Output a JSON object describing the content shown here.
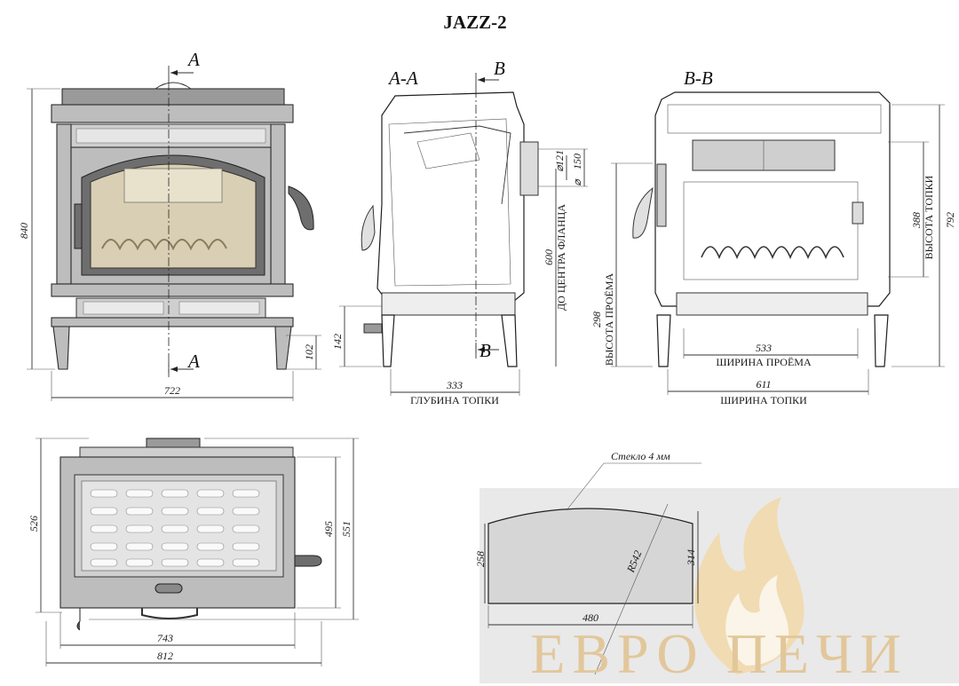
{
  "title": "JAZZ-2",
  "colors": {
    "panel": "#e9e9e9",
    "brand": "#e2c79a",
    "flame": "#f2d8a8",
    "glass": "#d9cfb4",
    "metal": "#bdbdbd"
  },
  "front_view": {
    "section_marks": [
      "A",
      "A"
    ],
    "dims": {
      "height": "840",
      "leg_height": "102",
      "width": "722"
    }
  },
  "section_aa": {
    "label": "A-A",
    "section_marks": [
      "B",
      "B"
    ],
    "dims": {
      "flue_inner": "121",
      "flue_outer": "150",
      "flange_height": "600",
      "flange_caption": "ДО ЦЕНТРА ФЛАНЦА",
      "base_height": "142",
      "depth": "333",
      "depth_caption": "ГЛУБИНА ТОПКИ"
    },
    "diameter_symbol": "⌀"
  },
  "section_bb": {
    "label": "B-B",
    "dims": {
      "opening_height": "298",
      "opening_height_caption": "ВЫСОТА ПРОЁМА",
      "firebox_height_inner": "388",
      "firebox_height": "792",
      "firebox_height_caption": "ВЫСОТА ТОПКИ",
      "opening_width": "533",
      "opening_width_caption": "ШИРИНА ПРОЁМА",
      "firebox_width": "611",
      "firebox_width_caption": "ШИРИНА ТОПКИ"
    }
  },
  "top_view": {
    "dims": {
      "depth_outer": "526",
      "depth_inner": "495",
      "depth_total": "551",
      "width_inner": "743",
      "width_total": "812"
    }
  },
  "glass_panel": {
    "label": "Стекло 4 мм",
    "dims": {
      "left_height": "258",
      "center_height": "314",
      "radius": "R542",
      "width": "480"
    },
    "brand": "ЕВРО ПЕЧИ"
  }
}
